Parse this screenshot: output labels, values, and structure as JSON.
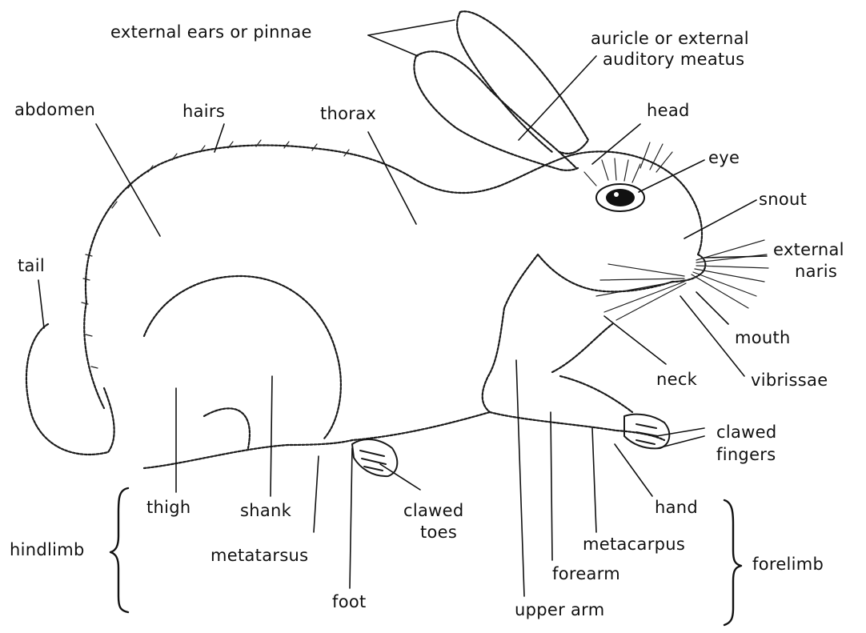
{
  "labels": {
    "external_ears": "external ears or pinnae",
    "auricle_line1": "auricle or external",
    "auricle_line2": "auditory meatus",
    "abdomen": "abdomen",
    "hairs": "hairs",
    "thorax": "thorax",
    "head": "head",
    "eye": "eye",
    "snout": "snout",
    "external_naris_line1": "external",
    "external_naris_line2": "naris",
    "tail": "tail",
    "mouth": "mouth",
    "neck": "neck",
    "vibrissae": "vibrissae",
    "clawed_fingers_line1": "clawed",
    "clawed_fingers_line2": "fingers",
    "thigh": "thigh",
    "shank": "shank",
    "clawed_toes_line1": "clawed",
    "clawed_toes_line2": "toes",
    "hand": "hand",
    "hindlimb": "hindlimb",
    "metatarsus": "metatarsus",
    "metacarpus": "metacarpus",
    "forearm": "forearm",
    "forelimb": "forelimb",
    "foot": "foot",
    "upper_arm": "upper arm"
  }
}
